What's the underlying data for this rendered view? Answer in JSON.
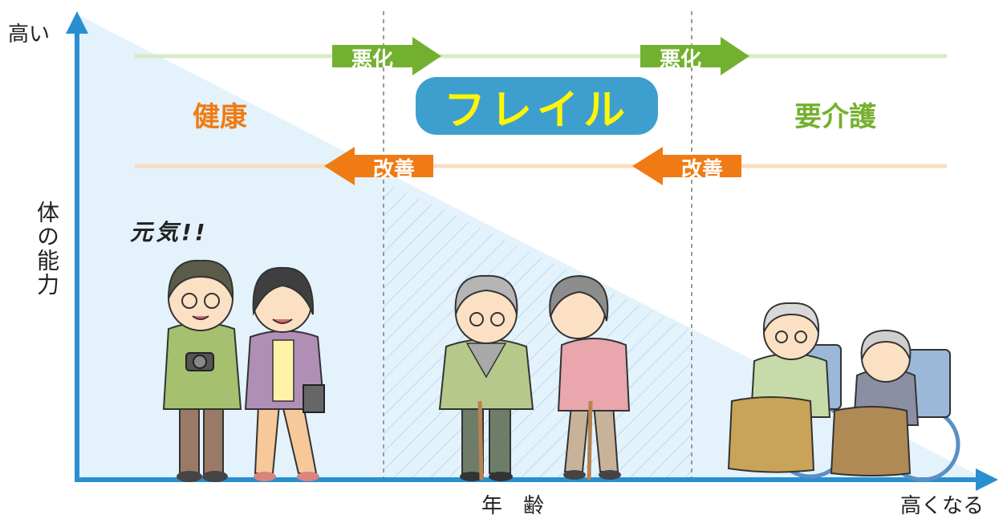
{
  "axes": {
    "y_top_label": "高い",
    "y_axis_title": "体の能力",
    "x_axis_title": "年　齢",
    "x_end_label": "高くなる"
  },
  "stages": {
    "healthy": "健康",
    "frailty": "フレイル",
    "care_needed": "要介護"
  },
  "transitions": {
    "worsen_1": "悪化",
    "worsen_2": "悪化",
    "improve_1": "改善",
    "improve_2": "改善"
  },
  "speech": {
    "genki": "元気!!"
  },
  "colors": {
    "axis": "#2a8fd0",
    "ability_fill": "#e3f2fb",
    "worsen": "#74b02f",
    "improve": "#f07b14",
    "frailty_pill": "#3e9fcf",
    "frailty_text": "#fff600"
  }
}
